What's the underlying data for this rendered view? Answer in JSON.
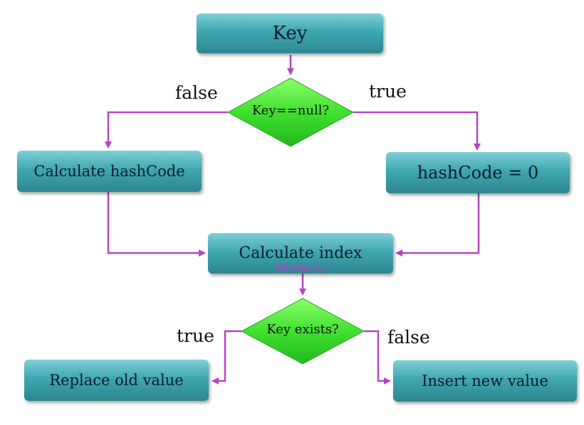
{
  "nodes": {
    "key": "Key",
    "key_null": "Key==null?",
    "calc_hashcode": "Calculate hashCode",
    "hashcode_zero": "hashCode = 0",
    "calc_index": "Calculate index",
    "key_exists": "Key exists?",
    "replace_old": "Replace old value",
    "insert_new": "Insert new value"
  },
  "edge_labels": {
    "null_false": "false",
    "null_true": "true",
    "exists_true": "true",
    "exists_false": "false"
  },
  "watermark": "Wikitechy",
  "colors": {
    "box": "#3fa7b1",
    "decision": "#33dd33",
    "connector": "#b545c0",
    "watermark": "#b040c0"
  }
}
